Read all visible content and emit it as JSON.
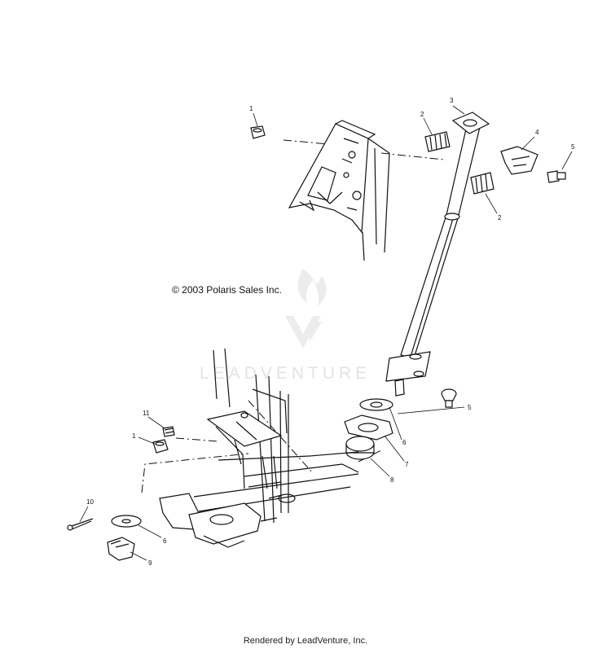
{
  "copyright": "© 2003 Polaris Sales Inc.",
  "footer": "Rendered by LeadVenture, Inc.",
  "watermark": "LEADVENTURE",
  "callouts": {
    "c1a": "1",
    "c1b": "1",
    "c2a": "2",
    "c2b": "2",
    "c3": "3",
    "c4": "4",
    "c5a": "5",
    "c5b": "5",
    "c6a": "6",
    "c6b": "6",
    "c7": "7",
    "c8": "8",
    "c9": "9",
    "c10": "10",
    "c11": "11"
  },
  "colors": {
    "line": "#111111",
    "watermark": "#e3e3e3",
    "background": "#ffffff"
  }
}
